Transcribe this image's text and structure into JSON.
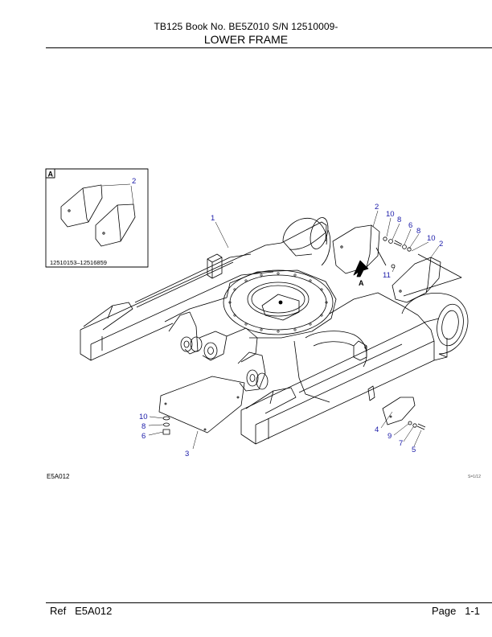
{
  "header": {
    "title_line1": "TB125  Book No. BE5Z010  S/N  12510009-",
    "title_line2": "LOWER FRAME"
  },
  "inset": {
    "view_letter": "A",
    "serial_range": "12510153–12516859",
    "callout": "2"
  },
  "figure": {
    "code": "E5A012",
    "mark": "S=1/12",
    "view_marker": "A",
    "callouts": [
      {
        "label": "1"
      },
      {
        "label": "2"
      },
      {
        "label": "10"
      },
      {
        "label": "8"
      },
      {
        "label": "6"
      },
      {
        "label": "8"
      },
      {
        "label": "10"
      },
      {
        "label": "2"
      },
      {
        "label": "11"
      },
      {
        "label": "10"
      },
      {
        "label": "8"
      },
      {
        "label": "6"
      },
      {
        "label": "3"
      },
      {
        "label": "4"
      },
      {
        "label": "9"
      },
      {
        "label": "7"
      },
      {
        "label": "5"
      }
    ]
  },
  "footer": {
    "ref": "Ref   E5A012",
    "page": "Page   1-1"
  },
  "colors": {
    "callout_text": "#1a1aa8",
    "line_art": "#000000"
  }
}
